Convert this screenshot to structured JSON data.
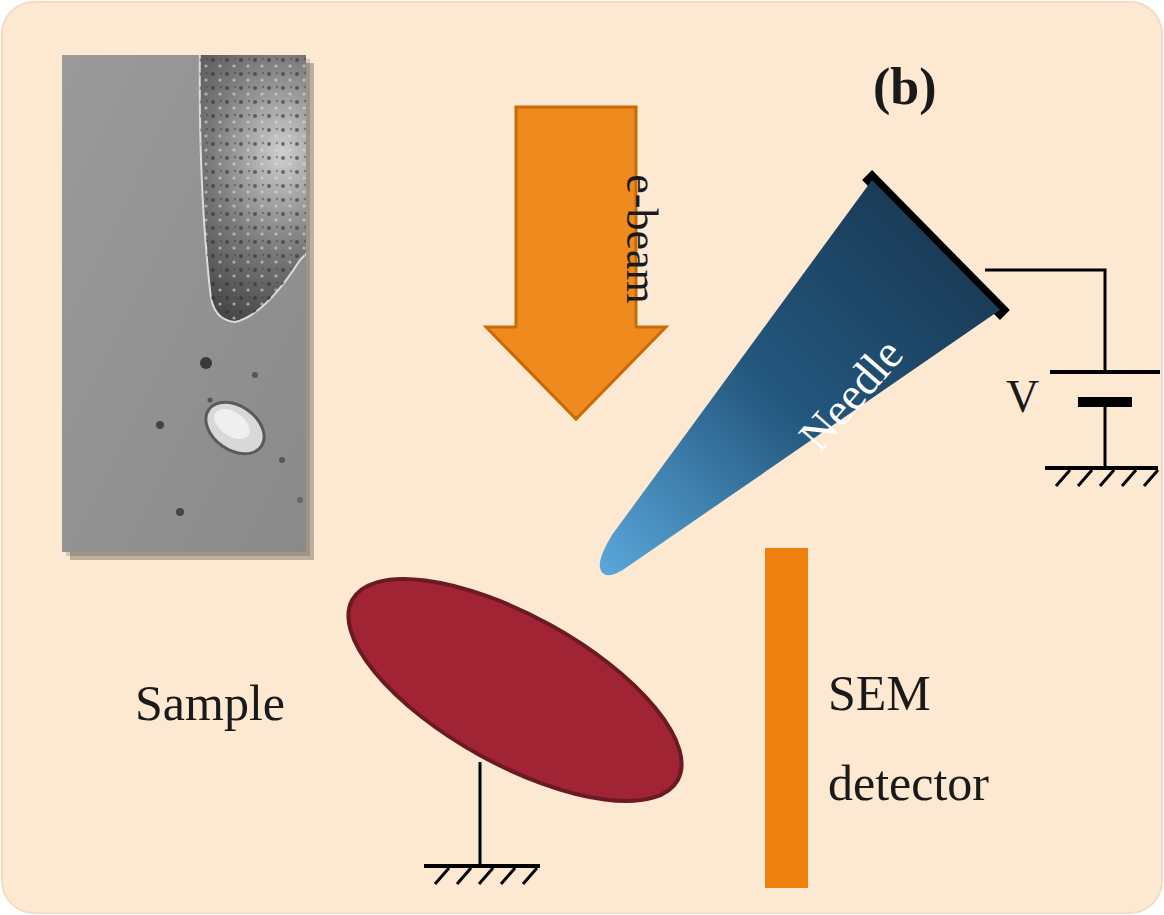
{
  "diagram": {
    "nodes": [
      {
        "text": [
          "e-beam"
        ]
      },
      {
        "text": [
          "Needle"
        ]
      }
    ],
    "labels": [
      "(b)",
      "V",
      "Sample",
      "SEM detector"
    ]
  }
}
